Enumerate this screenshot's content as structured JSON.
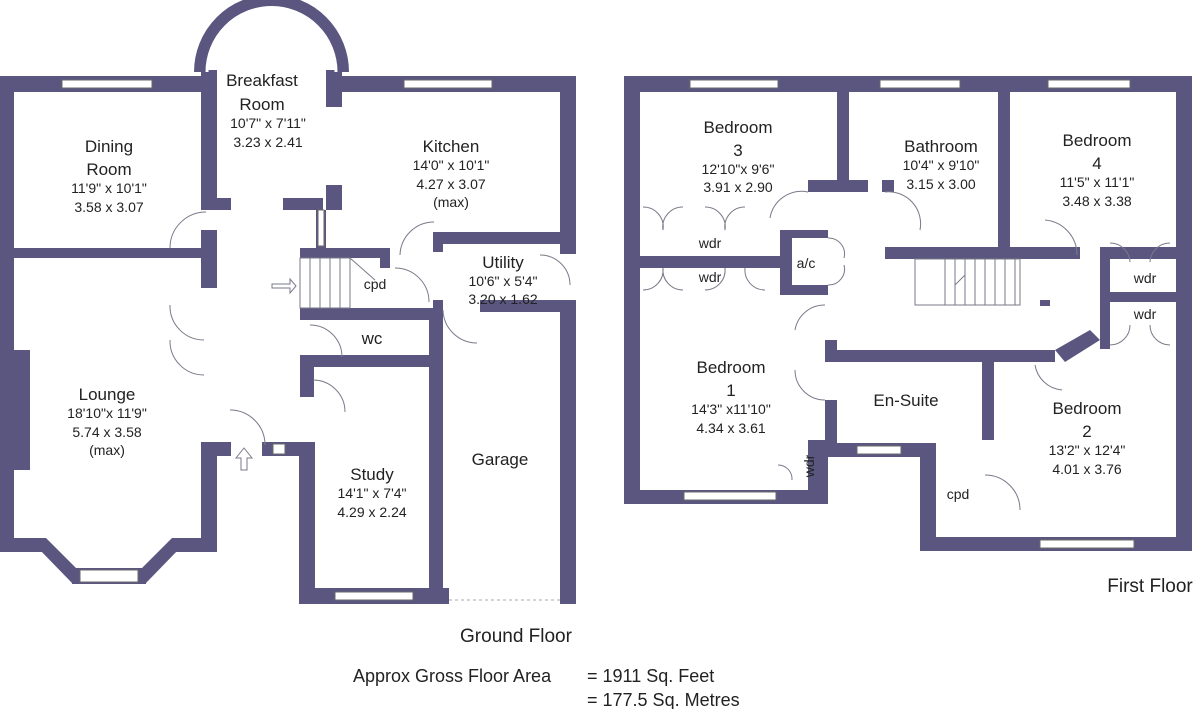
{
  "ground_floor": {
    "title": "Ground Floor",
    "rooms": {
      "breakfast": {
        "name1": "Breakfast",
        "name2": "Room",
        "imperial": "10'7\" x 7'11\"",
        "metric": "3.23  x  2.41"
      },
      "dining": {
        "name1": "Dining",
        "name2": "Room",
        "imperial": "11'9\" x 10'1\"",
        "metric": "3.58  x  3.07"
      },
      "kitchen": {
        "name1": "Kitchen",
        "imperial": "14'0\" x 10'1\"",
        "metric": "4.27  x  3.07",
        "note": "(max)"
      },
      "utility": {
        "name1": "Utility",
        "imperial": "10'6\" x  5'4\"",
        "metric": "3.20  x  1.62"
      },
      "lounge": {
        "name1": "Lounge",
        "imperial": "18'10\"x 11'9\"",
        "metric": "5.74  x  3.58",
        "note": "(max)"
      },
      "study": {
        "name1": "Study",
        "imperial": "14'1\"  x  7'4\"",
        "metric": "4.29  x  2.24"
      },
      "garage": {
        "name1": "Garage"
      },
      "wc": {
        "name1": "wc"
      },
      "cpd": {
        "name1": "cpd"
      }
    }
  },
  "first_floor": {
    "title": "First Floor",
    "rooms": {
      "bedroom3": {
        "name1": "Bedroom",
        "name2": "3",
        "imperial": "12'10\"x  9'6\"",
        "metric": "3.91  x  2.90"
      },
      "bathroom": {
        "name1": "Bathroom",
        "imperial": "10'4\" x 9'10\"",
        "metric": "3.15  x  3.00"
      },
      "bedroom4": {
        "name1": "Bedroom",
        "name2": "4",
        "imperial": "11'5\" x 11'1\"",
        "metric": "3.48  x  3.38"
      },
      "bedroom1": {
        "name1": "Bedroom",
        "name2": "1",
        "imperial": "14'3\" x11'10\"",
        "metric": "4.34  x  3.61"
      },
      "ensuite": {
        "name1": "En-Suite"
      },
      "bedroom2": {
        "name1": "Bedroom",
        "name2": "2",
        "imperial": "13'2\" x 12'4\"",
        "metric": "4.01  x  3.76"
      },
      "cpd": {
        "name1": "cpd"
      },
      "ac": {
        "name1": "a/c"
      },
      "wdr": {
        "name1": "wdr"
      }
    }
  },
  "area": {
    "label": "Approx Gross Floor Area",
    "feet": "=  1911 Sq. Feet",
    "metres": "=  177.5  Sq. Metres"
  }
}
